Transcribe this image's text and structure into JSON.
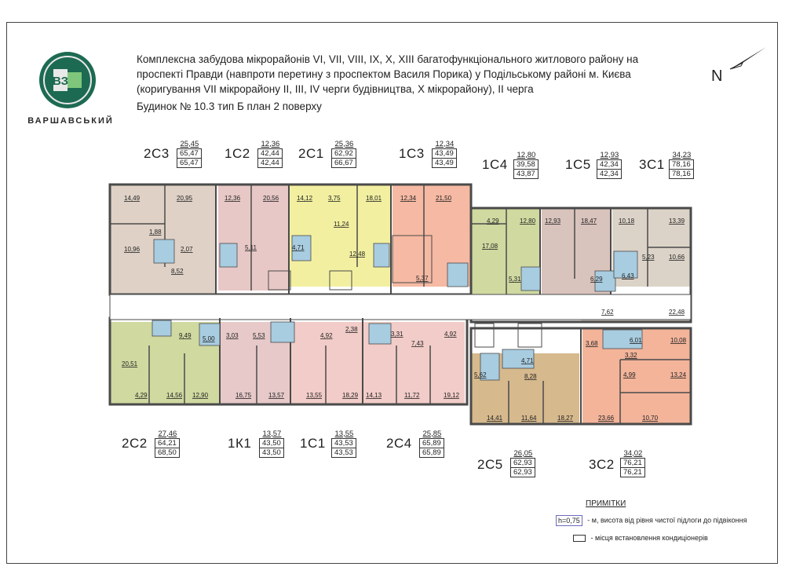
{
  "brand": {
    "logo_letters": "ВЗ",
    "logo_text": "ВАРШАВСЬКИЙ"
  },
  "title": {
    "line1": "Комплексна забудова мікрорайонів VI, VII, VIII, IX, X, XIII багатофункціонального житлового району на",
    "line2": "проспекті Правди (навпроти перетину з проспектом Василя Порика) у Подільському районі м. Києва",
    "line3": "(коригування VII мікрорайону II, III, IV черги будівництва, X мікрорайону), II черга",
    "subtitle": "Будинок № 10.3   тип Б   план 2 поверху"
  },
  "north": "N",
  "colors": {
    "c1": "#f2f0a0",
    "c2": "#e7c8c6",
    "c3": "#f6b9a3",
    "c4": "#f2ccc8",
    "k1": "#e7c9c9",
    "s2": "#cfd9a0",
    "s3": "#dfd1c6",
    "s5": "#d6b98d",
    "c5": "#d9c3bd",
    "s1": "#dcd3c8",
    "z2": "#f3b49a",
    "wall": "#4a4a4a",
    "wet": "#a8cce0"
  },
  "apartments": [
    {
      "code": "2С3",
      "v": [
        "25,45",
        "65,47",
        "65,47"
      ]
    },
    {
      "code": "1С2",
      "v": [
        "12,36",
        "42,44",
        "42,44"
      ]
    },
    {
      "code": "2С1",
      "v": [
        "25,36",
        "62,92",
        "66,67"
      ]
    },
    {
      "code": "1С3",
      "v": [
        "12,34",
        "43,49",
        "43,49"
      ]
    },
    {
      "code": "1С4",
      "v": [
        "12,80",
        "39,58",
        "43,87"
      ]
    },
    {
      "code": "1С5",
      "v": [
        "12,93",
        "42,34",
        "42,34"
      ]
    },
    {
      "code": "3С1",
      "v": [
        "34,23",
        "78,16",
        "78,16"
      ]
    },
    {
      "code": "2С2",
      "v": [
        "27,46",
        "64,21",
        "68,50"
      ]
    },
    {
      "code": "1К1",
      "v": [
        "13,57",
        "43,50",
        "43,50"
      ]
    },
    {
      "code": "1С1",
      "v": [
        "13,55",
        "43,53",
        "43,53"
      ]
    },
    {
      "code": "2С4",
      "v": [
        "25,85",
        "65,89",
        "65,89"
      ]
    },
    {
      "code": "2С5",
      "v": [
        "26,05",
        "62,93",
        "62,93"
      ]
    },
    {
      "code": "3С2",
      "v": [
        "34,02",
        "76,21",
        "76,21"
      ]
    }
  ],
  "rooms": {
    "r1": "14,49",
    "r2": "20,95",
    "r3": "1,88",
    "r4": "10,96",
    "r5": "2,07",
    "r6": "8,52",
    "r7": "12,36",
    "r8": "20,56",
    "r9": "5,11",
    "r10": "14,12",
    "r11": "3,75",
    "r12": "18,01",
    "r13": "11,24",
    "r14": "4,71",
    "r15": "12,48",
    "r16": "12,34",
    "r17": "21,50",
    "r18": "5,37",
    "r19": "4,29",
    "r20": "12,80",
    "r21": "17,08",
    "r22": "5,31",
    "r23": "12,93",
    "r24": "18,47",
    "r25": "6,29",
    "r26": "10,18",
    "r27": "13,39",
    "r28": "5,23",
    "r29": "10,66",
    "r30": "6,43",
    "r31": "7,62",
    "r32": "22,48",
    "r33": "9,49",
    "r34": "5,00",
    "r35": "20,51",
    "r36": "4,29",
    "r37": "14,56",
    "r38": "12,90",
    "r39": "3,03",
    "r40": "5,53",
    "r41": "16,75",
    "r42": "13,57",
    "r43": "4,92",
    "r44": "2,38",
    "r45": "13,55",
    "r46": "18,29",
    "r47": "7,43",
    "r48": "4,92",
    "r49": "14,13",
    "r50": "11,72",
    "r51": "19,12",
    "r52": "3,31",
    "r53": "5,62",
    "r54": "4,71",
    "r55": "8,28",
    "r56": "14,41",
    "r57": "11,64",
    "r58": "18,27",
    "r59": "3,68",
    "r60": "3,32",
    "r61": "10,08",
    "r62": "4,99",
    "r63": "13,24",
    "r64": "23,66",
    "r65": "10,70",
    "r66": "6,01"
  },
  "notes": {
    "title": "ПРИМІТКИ",
    "height_tag": "h=0,75",
    "height_text": "- м, висота від рівня чистої підлоги до підвіконня",
    "ac_text": "- місця встановлення кондиціонерів"
  }
}
